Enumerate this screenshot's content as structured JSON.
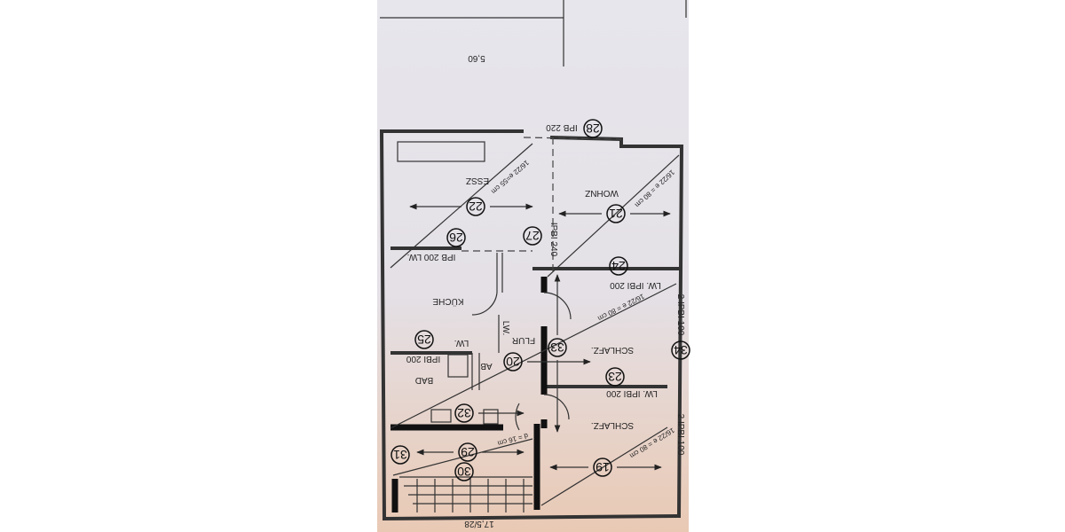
{
  "plan": {
    "orientation": "rotated 180 degrees",
    "dimensions": {
      "top": "5,60",
      "bottom": "17,5/28"
    },
    "rooms": [
      "ESSZ",
      "WOHNZ",
      "KÜCHE",
      "FLUR",
      "BAD",
      "AB",
      "SCHLAFZ.",
      "SCHLAFZ."
    ],
    "beams": {
      "top": "IPB 220",
      "center": "IPBI 240",
      "essz_kitchen": "IPB 200 LW.",
      "wohnz_schlafz": "LW. IPBI 200",
      "kitchen_bad_lw": "LW.",
      "kitchen_lw": "LW.",
      "bad": "IPBI 200",
      "schlafz_schlafz": "LW. IPBI 200",
      "right_upper": "2 IPBI 100",
      "right_lower": "2 IPBI 100"
    },
    "joists": {
      "essz": "16/22 e=55 cm",
      "wohnz": "16/22 e = 80 cm",
      "schlafz_upper": "16/22 e = 80 cm",
      "schlafz_lower": "16/22 e = 80 cm",
      "slab": "d = 16 cm"
    },
    "markers": [
      "28",
      "22",
      "21",
      "26",
      "27",
      "24",
      "25",
      "33",
      "20",
      "23",
      "34",
      "32",
      "29",
      "31",
      "30",
      "19"
    ]
  }
}
